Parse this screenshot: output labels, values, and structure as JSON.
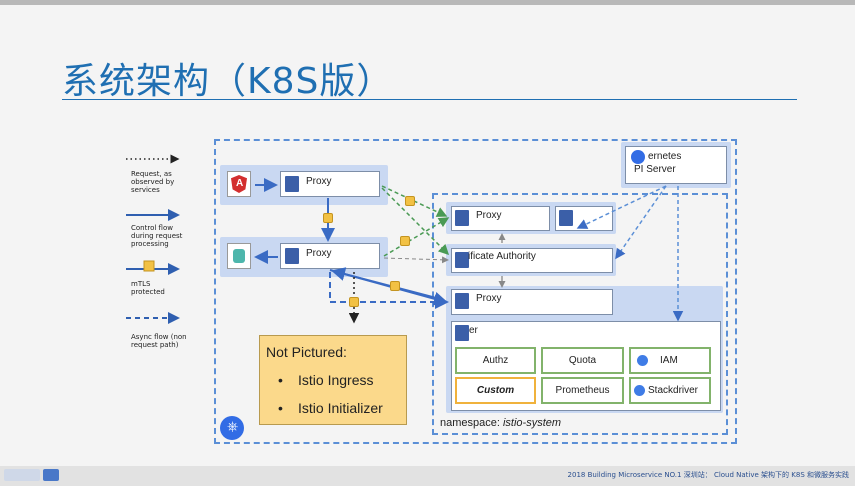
{
  "title": "系统架构（K8S版）",
  "legend": {
    "request": "Request, as observed by services",
    "control": "Control flow during request processing",
    "mtls": "mTLS protected",
    "async": "Async flow (non request path)"
  },
  "nodes": {
    "proxy_a": "Proxy",
    "proxy_b": "Proxy",
    "pilot_proxy": "Proxy",
    "ca": "ificate Authority",
    "mixer_proxy": "Proxy",
    "mixer": "er",
    "k8s_api_line1": "ernetes",
    "k8s_api_line2": "PI Server"
  },
  "adapters": [
    "Authz",
    "Quota",
    "IAM",
    "Custom",
    "Prometheus",
    "Stackdriver"
  ],
  "namespace_label": "namespace: ",
  "namespace_name": "istio-system",
  "note": {
    "heading": "Not Pictured:",
    "items": [
      "Istio Ingress",
      "Istio Initializer"
    ]
  },
  "footer": {
    "right": "2018 Building Microservice NO.1 深圳站： Cloud Native 架构下的 K8S 和微服务实践"
  }
}
